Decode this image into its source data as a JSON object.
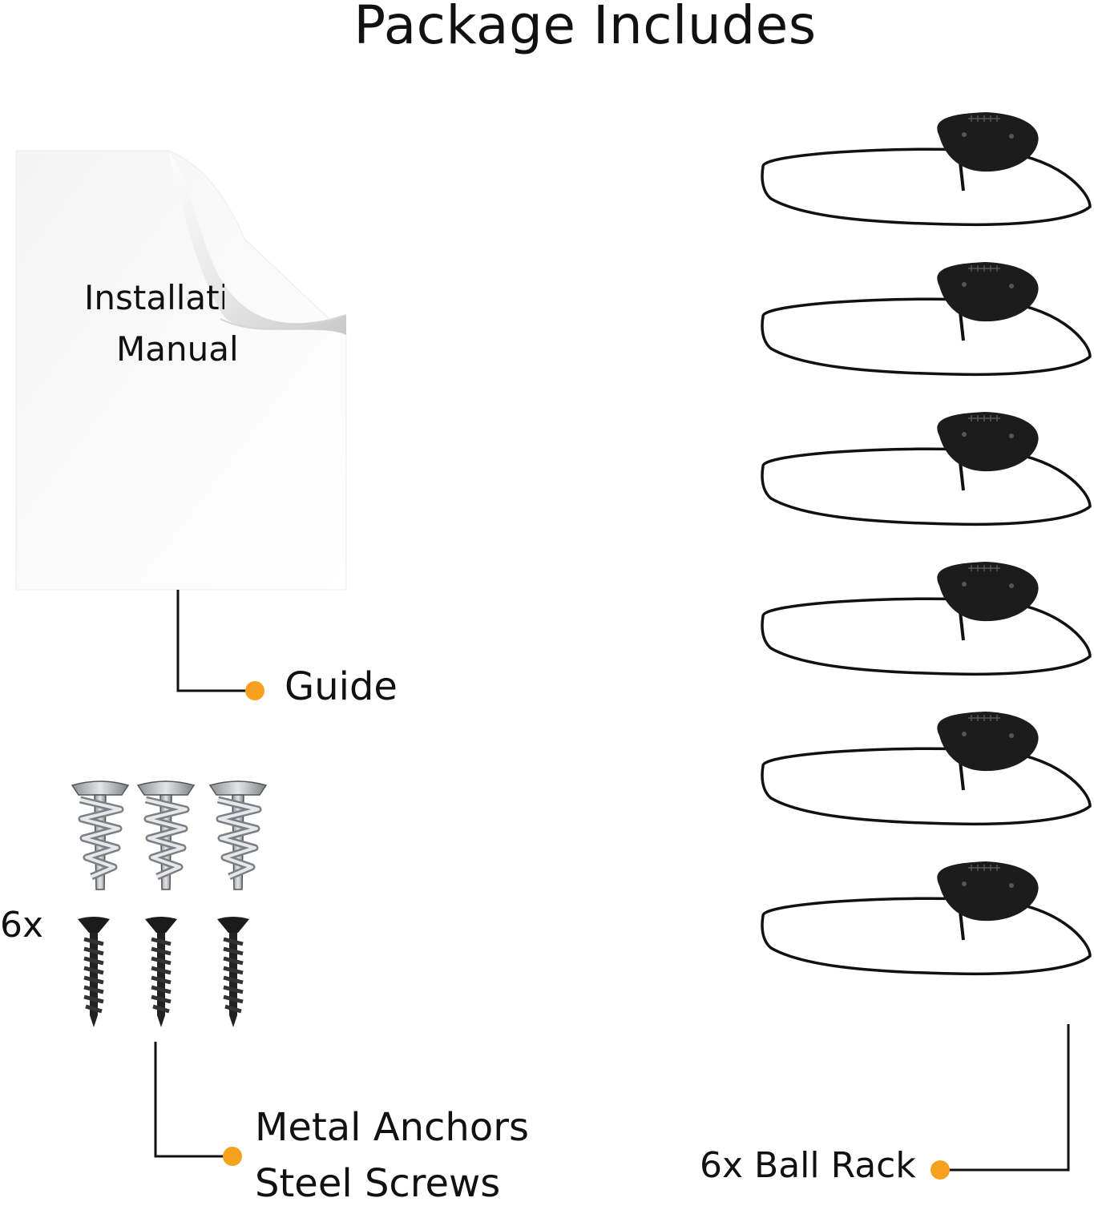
{
  "header": {
    "title": "Package Includes"
  },
  "manual": {
    "line1": "Installation",
    "line2": "Manual"
  },
  "guide": {
    "label": "Guide"
  },
  "hardware": {
    "quantity": "6x",
    "label_line1": "Metal Anchors",
    "label_line2": "Steel Screws"
  },
  "ball_rack": {
    "label": "6x Ball Rack",
    "count": 6
  },
  "colors": {
    "accent_dot": "#f5a01e",
    "lines": "#111111",
    "rack": "#111111"
  }
}
